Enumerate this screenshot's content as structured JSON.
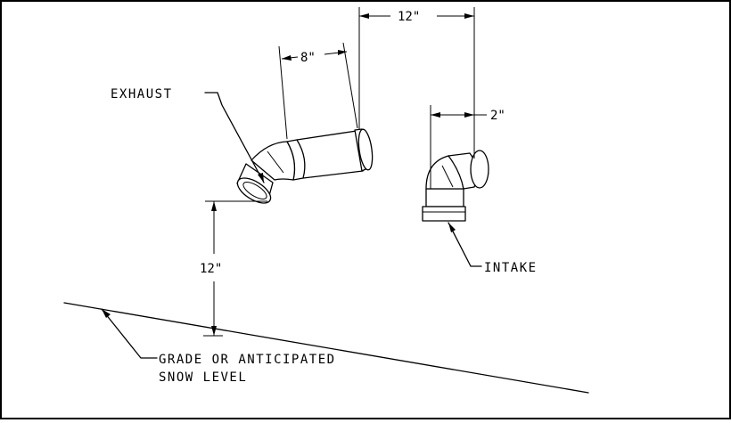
{
  "labels": {
    "exhaust": "EXHAUST",
    "intake": "INTAKE",
    "grade_line1": "GRADE OR ANTICIPATED",
    "grade_line2": "SNOW LEVEL"
  },
  "dimensions": {
    "horizontal_offset": "12\"",
    "pipe_length": "8\"",
    "intake_offset": "2\"",
    "height_above_grade": "12\""
  }
}
